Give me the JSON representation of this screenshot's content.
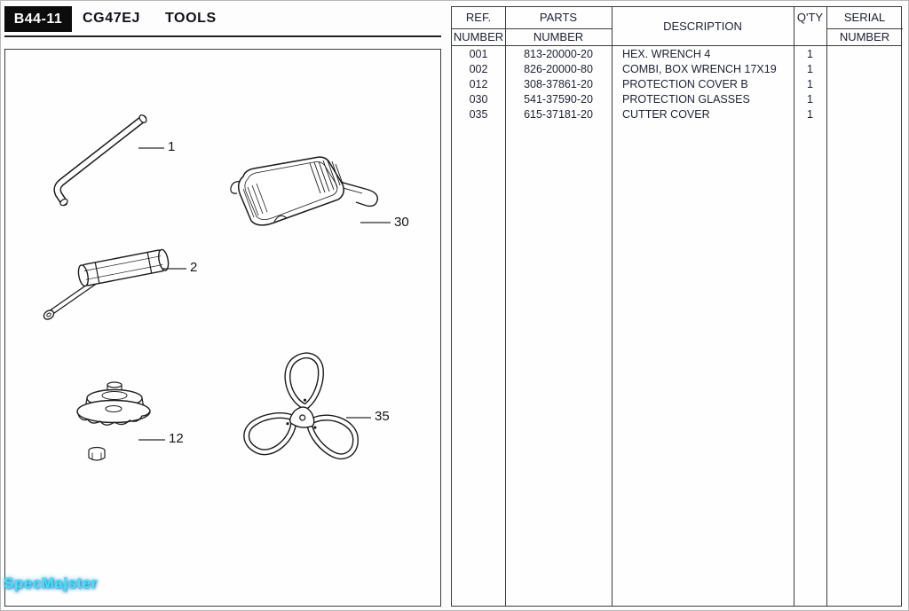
{
  "page": {
    "code": "B44-11",
    "model": "CG47EJ",
    "section": "TOOLS"
  },
  "table": {
    "headers": {
      "ref1": "REF.",
      "ref2": "NUMBER",
      "parts1": "PARTS",
      "parts2": "NUMBER",
      "description": "DESCRIPTION",
      "qty": "Q'TY",
      "serial1": "SERIAL",
      "serial2": "NUMBER"
    },
    "rows": [
      {
        "ref": "001",
        "part": "813-20000-20",
        "description": "HEX. WRENCH 4",
        "qty": "1",
        "serial": ""
      },
      {
        "ref": "002",
        "part": "826-20000-80",
        "description": "COMBI, BOX WRENCH 17X19",
        "qty": "1",
        "serial": ""
      },
      {
        "ref": "012",
        "part": "308-37861-20",
        "description": "PROTECTION COVER B",
        "qty": "1",
        "serial": ""
      },
      {
        "ref": "030",
        "part": "541-37590-20",
        "description": "PROTECTION GLASSES",
        "qty": "1",
        "serial": ""
      },
      {
        "ref": "035",
        "part": "615-37181-20",
        "description": "CUTTER COVER",
        "qty": "1",
        "serial": ""
      }
    ]
  },
  "diagram": {
    "callouts": [
      {
        "label": "1"
      },
      {
        "label": "2"
      },
      {
        "label": "30"
      },
      {
        "label": "12"
      },
      {
        "label": "35"
      }
    ]
  },
  "watermark": "SpecMajster"
}
